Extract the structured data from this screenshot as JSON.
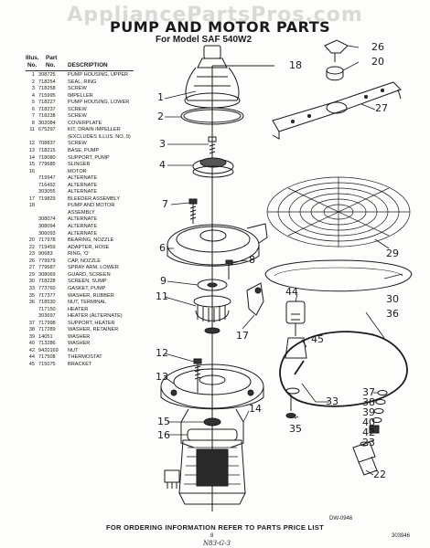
{
  "watermark": "AppliancePartsPros.com",
  "header": {
    "title": "PUMP AND MOTOR PARTS",
    "subtitle": "For Model SAF 540W2"
  },
  "parts_list": {
    "head_illus": "Illus.",
    "head_part": "Part",
    "head_no1": "No.",
    "head_no2": "No.",
    "head_desc": "DESCRIPTION",
    "rows": [
      [
        "1",
        "308725",
        "PUMP HOUSING, UPPER"
      ],
      [
        "2",
        "718254",
        "SEAL, RING"
      ],
      [
        "3",
        "718258",
        "SCREW"
      ],
      [
        "4",
        "715995",
        "IMPELLER"
      ],
      [
        "5",
        "718227",
        "PUMP HOUSING, LOWER"
      ],
      [
        "6",
        "718237",
        "SCREW"
      ],
      [
        "7",
        "718238",
        "SCREW"
      ],
      [
        "8",
        "302084",
        "COVERPLATE"
      ],
      [
        "11",
        "675297",
        "KIT, DRAIN IMPELLER"
      ],
      [
        "",
        "",
        "(EXCLUDES ILLUS. NO. 9)"
      ],
      [
        "12",
        "708837",
        "SCREW"
      ],
      [
        "13",
        "718215",
        "BASE, PUMP"
      ],
      [
        "14",
        "718080",
        "SUPPORT, PUMP"
      ],
      [
        "15",
        "779685",
        "SLINGER"
      ],
      [
        "16",
        "",
        "MOTOR"
      ],
      [
        "",
        "719947",
        "ALTERNATE"
      ],
      [
        "",
        "716492",
        "ALTERNATE"
      ],
      [
        "",
        "303055",
        "ALTERNATE"
      ],
      [
        "17",
        "719829",
        "BLEEDER ASSEMBLY"
      ],
      [
        "18",
        "",
        "PUMP AND MOTOR"
      ],
      [
        "",
        "",
        "ASSEMBLY"
      ],
      [
        "",
        "308074",
        "ALTERNATE"
      ],
      [
        "",
        "308094",
        "ALTERNATE"
      ],
      [
        "",
        "306093",
        "ALTERNATE"
      ],
      [
        "20",
        "717978",
        "BEARING, NOZZLE"
      ],
      [
        "22",
        "719459",
        "ADAPTER, HOSE"
      ],
      [
        "23",
        "90683",
        "RING, 'O'"
      ],
      [
        "26",
        "779979",
        "CAP, NOZZLE"
      ],
      [
        "27",
        "779687",
        "SPRAY ARM, LOWER"
      ],
      [
        "29",
        "308069",
        "GUARD, SCREEN"
      ],
      [
        "30",
        "718228",
        "SCREEN, SUMP"
      ],
      [
        "33",
        "773760",
        "GASKET, PUMP"
      ],
      [
        "35",
        "717377",
        "WASHER, RUBBER"
      ],
      [
        "36",
        "718530",
        "NUT, TERMINAL"
      ],
      [
        "",
        "717150",
        "HEATER"
      ],
      [
        "",
        "303697",
        "HEATER (ALTERNATE)"
      ],
      [
        "37",
        "717998",
        "SUPPORT, HEATER"
      ],
      [
        "38",
        "717289",
        "WASHER, RETAINER"
      ],
      [
        "39",
        "14051",
        "WASHER"
      ],
      [
        "40",
        "713286",
        "WASHER"
      ],
      [
        "42",
        "9420169",
        "NUT"
      ],
      [
        "44",
        "717508",
        "THERMOSTAT"
      ],
      [
        "45",
        "715075",
        "BRACKET"
      ]
    ]
  },
  "callouts": {
    "c1": "1",
    "c2": "2",
    "c3": "3",
    "c4": "4",
    "c6": "6",
    "c7": "7",
    "c8": "8",
    "c9": "9",
    "c11": "11",
    "c12": "12",
    "c13": "13",
    "c14": "14",
    "c15": "15",
    "c16": "16",
    "c17": "17",
    "c18": "18",
    "c20": "20",
    "c22": "22",
    "c23": "23",
    "c26": "26",
    "c27": "27",
    "c29": "29",
    "c30": "30",
    "c33": "33",
    "c35": "35",
    "c36": "36",
    "c37": "37",
    "c38": "38",
    "c39": "39",
    "c40": "40",
    "c42": "42",
    "c44": "44",
    "c45": "45"
  },
  "drawing_no": "DW-0946",
  "footer": "FOR ORDERING INFORMATION REFER TO PARTS PRICE LIST",
  "page_number": "8",
  "doc_number": "303946",
  "stamp": "N83-G-3"
}
